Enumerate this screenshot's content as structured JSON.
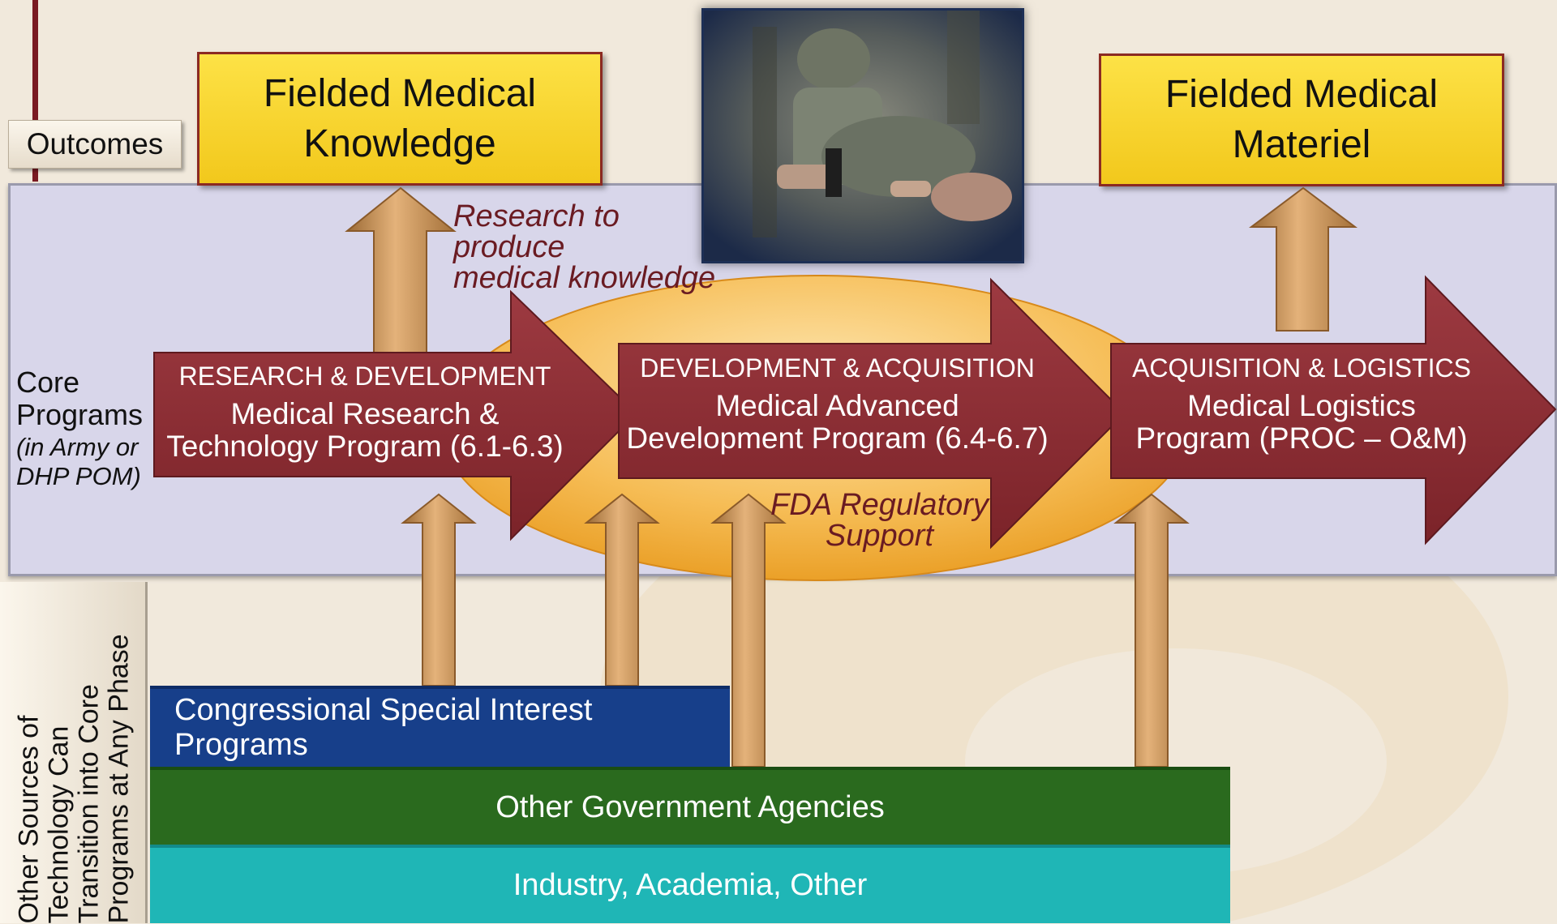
{
  "outcomes": {
    "label": "Outcomes",
    "fielded_knowledge": "Fielded Medical\nKnowledge",
    "fielded_materiel": "Fielded Medical\nMateriel"
  },
  "core": {
    "label": "Core\nPrograms",
    "sub_label": "(in Army or\nDHP POM)"
  },
  "phases": [
    {
      "heading": "RESEARCH & DEVELOPMENT",
      "body": "Medical Research &\nTechnology Program (6.1-6.3)"
    },
    {
      "heading": "DEVELOPMENT & ACQUISITION",
      "body": "Medical Advanced\nDevelopment Program (6.4-6.7)"
    },
    {
      "heading": "ACQUISITION & LOGISTICS",
      "body": "Medical Logistics\nProgram (PROC – O&M)"
    }
  ],
  "notes": {
    "research": "Research to\nproduce\nmedical knowledge",
    "fda": "FDA Regulatory\nSupport"
  },
  "other_sources": {
    "label": "Other Sources of\nTechnology Can\nTransition into Core\nPrograms at Any Phase",
    "bars": [
      {
        "label": "Congressional Special Interest Programs",
        "color": "#173f8a"
      },
      {
        "label": "Other Government Agencies",
        "color": "#2a6a1e"
      },
      {
        "label": "Industry, Academia, Other",
        "color": "#1fb6b6"
      }
    ]
  },
  "colors": {
    "phase_arrow": "#8e2c33",
    "transition_arrow": "#c8904d",
    "outcome_box": "#f7d22a",
    "ellipse": "#f4b54a",
    "band": "#d8d6ea",
    "note_text": "#6a1b22"
  }
}
